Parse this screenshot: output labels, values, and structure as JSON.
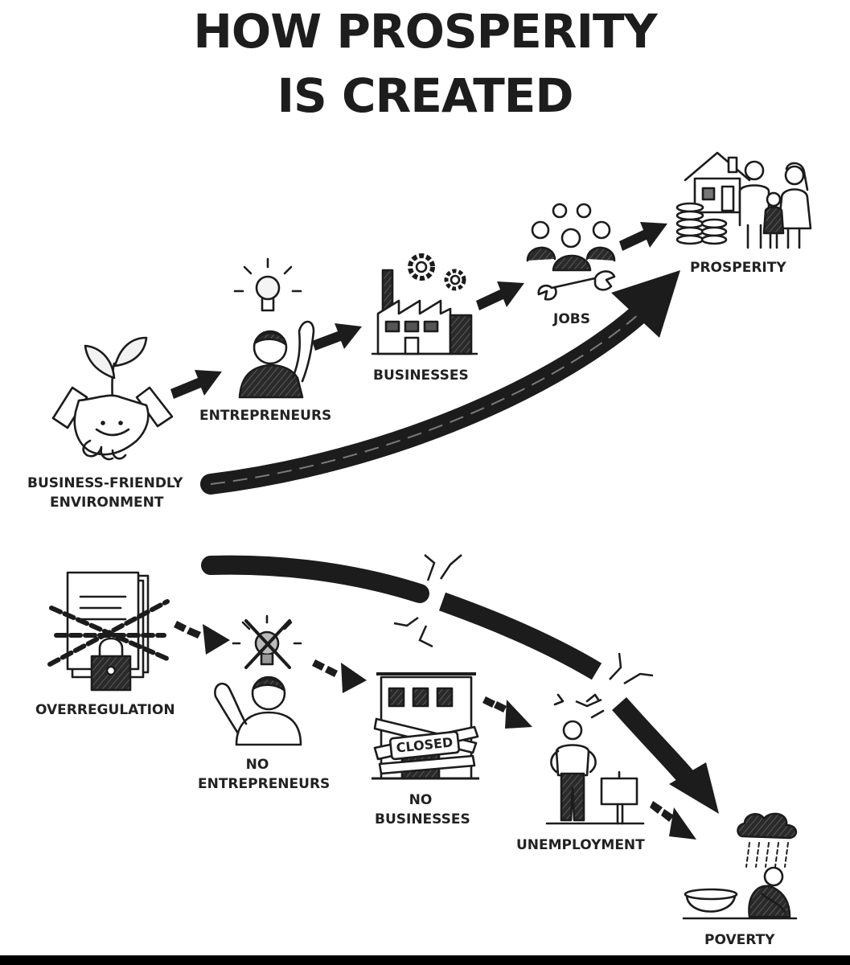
{
  "title": {
    "line1": "HOW PROSPERITY",
    "line2": "IS CREATED"
  },
  "positive_chain": {
    "environment": {
      "line1": "BUSINESS-FRIENDLY",
      "line2": "ENVIRONMENT",
      "icon": "handshake-sprout-icon"
    },
    "entrepreneurs": {
      "label": "ENTREPRENEURS",
      "icon": "person-lightbulb-icon"
    },
    "businesses": {
      "label": "BUSINESSES",
      "icon": "factory-gears-icon"
    },
    "jobs": {
      "label": "JOBS",
      "icon": "workers-wrench-icon"
    },
    "prosperity": {
      "label": "PROSPERITY",
      "icon": "family-house-coins-icon"
    }
  },
  "negative_chain": {
    "overregulation": {
      "label": "OVERREGULATION",
      "icon": "chained-documents-padlock-icon"
    },
    "no_entrepreneurs": {
      "line1": "NO",
      "line2": "ENTREPRENEURS",
      "icon": "crossed-lightbulb-icon"
    },
    "no_businesses": {
      "line1": "NO",
      "line2": "BUSINESSES",
      "sign": "CLOSED",
      "icon": "closed-shop-icon"
    },
    "unemployment": {
      "label": "UNEMPLOYMENT",
      "icon": "unemployed-person-sign-icon"
    },
    "poverty": {
      "label": "POVERTY",
      "icon": "sad-person-rain-cloud-icon"
    }
  }
}
